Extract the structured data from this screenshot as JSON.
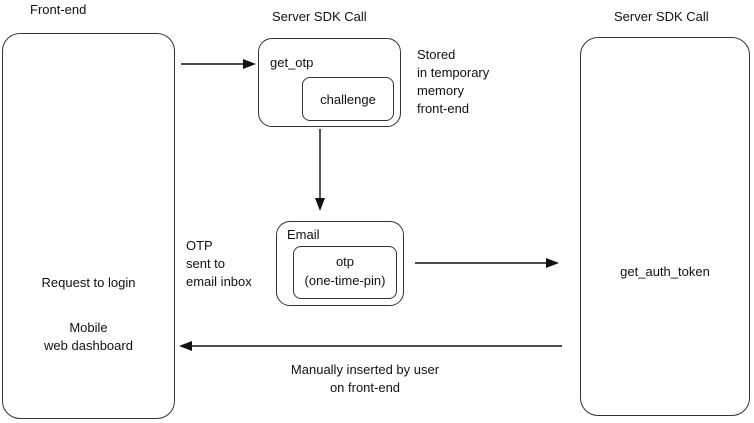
{
  "headers": {
    "frontend": "Front-end",
    "server_sdk_left": "Server SDK Call",
    "server_sdk_right": "Server SDK Call"
  },
  "frontend_box": {
    "line1": "Request to login",
    "line2": "Mobile",
    "line3": "web dashboard"
  },
  "get_otp_box": {
    "title": "get_otp",
    "inner": "challenge"
  },
  "stored_note": {
    "line1": "Stored",
    "line2": "in temporary",
    "line3": "memory",
    "line4": "front-end"
  },
  "email_box": {
    "title": "Email",
    "inner_line1": "otp",
    "inner_line2": "(one-time-pin)"
  },
  "otp_note": {
    "line1": "OTP",
    "line2": "sent to",
    "line3": "email inbox"
  },
  "auth_box": {
    "label": "get_auth_token"
  },
  "manual_note": {
    "line1": "Manually inserted by user",
    "line2": "on front-end"
  }
}
